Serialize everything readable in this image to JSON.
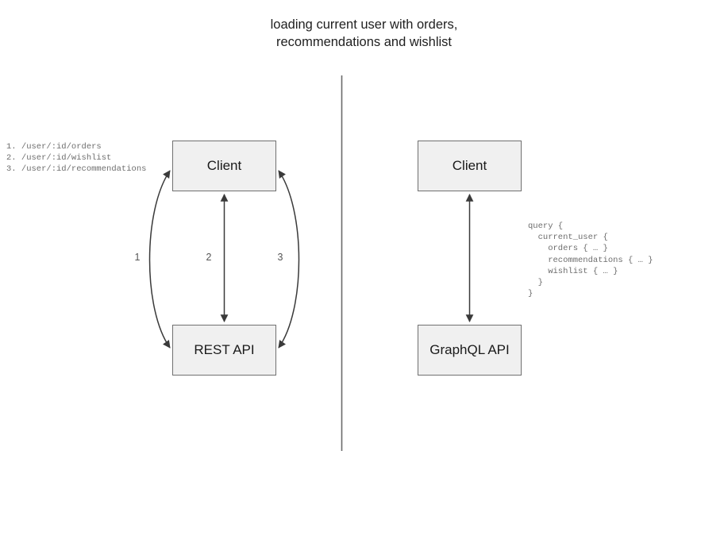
{
  "title": "loading current user with orders,\nrecommendations and wishlist",
  "left_panel": {
    "name": "rest-approach",
    "endpoints_block": "1. /user/:id/orders\n2. /user/:id/wishlist\n3. /user/:id/recommendations",
    "endpoints": [
      "1. /user/:id/orders",
      "2. /user/:id/wishlist",
      "3. /user/:id/recommendations"
    ],
    "nodes": {
      "client": "Client",
      "api": "REST API"
    },
    "edge_labels": [
      "1",
      "2",
      "3"
    ]
  },
  "right_panel": {
    "name": "graphql-approach",
    "nodes": {
      "client": "Client",
      "api": "GraphQL API"
    },
    "query_block": "query {\n  current_user {\n    orders { … }\n    recommendations { … }\n    wishlist { … }\n  }\n}",
    "query_lines": [
      "query {",
      "  current_user {",
      "    orders { … }",
      "    recommendations { … }",
      "    wishlist { … }",
      "  }",
      "}"
    ]
  },
  "colors": {
    "node_fill": "#f0f0f0",
    "node_border": "#707070",
    "edge_stroke": "#3a3a3a",
    "divider": "#6b6b6b",
    "code_text": "#6e6e6e",
    "title_text": "#1f1f1f"
  }
}
